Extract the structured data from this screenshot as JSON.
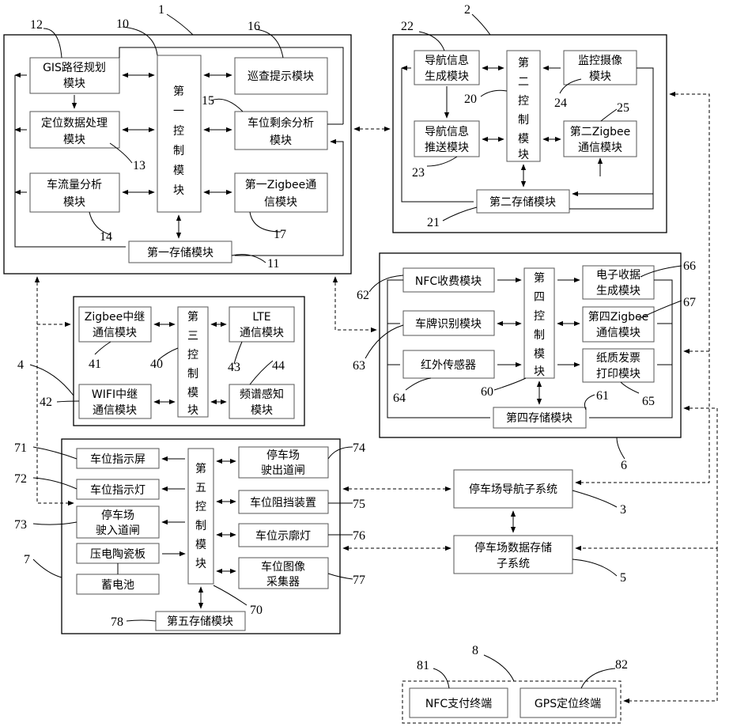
{
  "modules": {
    "gis": "GIS路径规划模块",
    "ctrl1": "第一控制模块",
    "patrol": "巡查提示模块",
    "locdata": "定位数据处理模块",
    "spaceremain": "车位剩余分析模块",
    "traffic": "车流量分析模块",
    "zigbee1": "第一Zigbee通信模块",
    "store1": "第一存储模块",
    "navgen": "导航信息生成模块",
    "ctrl2": "第二控制模块",
    "monitor": "监控摄像模块",
    "navpush": "导航信息推送模块",
    "zigbee2": "第二Zigbee通信模块",
    "store2": "第二存储模块",
    "nfc": "NFC收费模块",
    "ctrl4": "第四控制模块",
    "ereceipt": "电子收据生成模块",
    "plate": "车牌识别模块",
    "zigbee4": "第四Zigbee通信模块",
    "infrared": "红外传感器",
    "paper": "纸质发票打印模块",
    "store4": "第四存储模块",
    "zrelay": "Zigbee中继通信模块",
    "ctrl3": "第三控制模块",
    "lte": "LTE通信模块",
    "wifi": "WIFI中继通信模块",
    "spectrum": "频谱感知模块",
    "screen": "车位指示屏",
    "lamp": "车位指示灯",
    "entrygate": "停车场驶入道闸",
    "piezo": "压电陶瓷板",
    "battery": "蓄电池",
    "ctrl5": "第五控制模块",
    "exitgate": "停车场驶出道闸",
    "blocker": "车位阻挡装置",
    "outline": "车位示廓灯",
    "camera": "车位图像采集器",
    "store5": "第五存储模块",
    "navsys": "停车场导航子系统",
    "datasys": "停车场数据存储子系统",
    "nfcpay": "NFC支付终端",
    "gps": "GPS定位终端"
  },
  "refs": {
    "r1": "1",
    "r10": "10",
    "r11": "11",
    "r12": "12",
    "r13": "13",
    "r14": "14",
    "r15": "15",
    "r16": "16",
    "r17": "17",
    "r2": "2",
    "r20": "20",
    "r21": "21",
    "r22": "22",
    "r23": "23",
    "r24": "24",
    "r25": "25",
    "r3": "3",
    "r4": "4",
    "r40": "40",
    "r41": "41",
    "r42": "42",
    "r43": "43",
    "r44": "44",
    "r5": "5",
    "r6": "6",
    "r60": "60",
    "r61": "61",
    "r62": "62",
    "r63": "63",
    "r64": "64",
    "r65": "65",
    "r66": "66",
    "r67": "67",
    "r7": "7",
    "r70": "70",
    "r71": "71",
    "r72": "72",
    "r73": "73",
    "r74": "74",
    "r75": "75",
    "r76": "76",
    "r77": "77",
    "r78": "78",
    "r8": "8",
    "r81": "81",
    "r82": "82"
  }
}
